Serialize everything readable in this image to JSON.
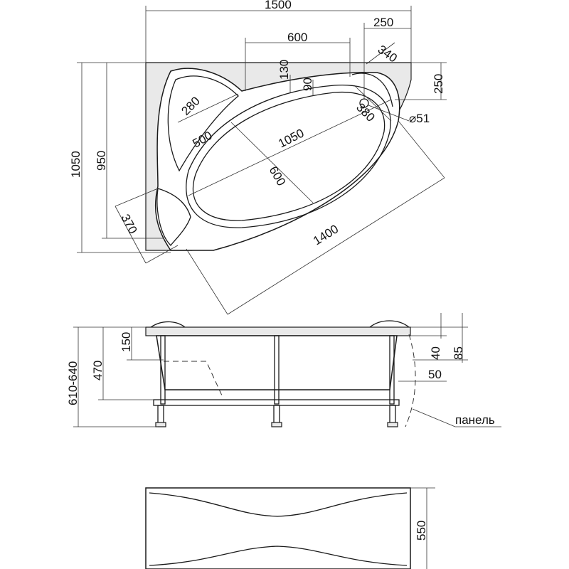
{
  "top_view": {
    "width_1500": "1500",
    "dim_250_top": "250",
    "dim_600": "600",
    "dim_340": "340",
    "dim_130": "130",
    "dim_90": "90",
    "dim_250_right": "250",
    "dim_280": "280",
    "dim_380": "380",
    "drain_51": "⌀51",
    "dim_500": "500",
    "dim_1050_diag": "1050",
    "dim_600_bowl": "600",
    "height_1050": "1050",
    "height_950": "950",
    "dim_370": "370",
    "dim_1400": "1400"
  },
  "side_view": {
    "dim_150": "150",
    "dim_470": "470",
    "dim_610_640": "610-640",
    "dim_40": "40",
    "dim_85": "85",
    "dim_50": "50",
    "panel_label": "панель"
  },
  "panel_view": {
    "dim_550": "550"
  }
}
